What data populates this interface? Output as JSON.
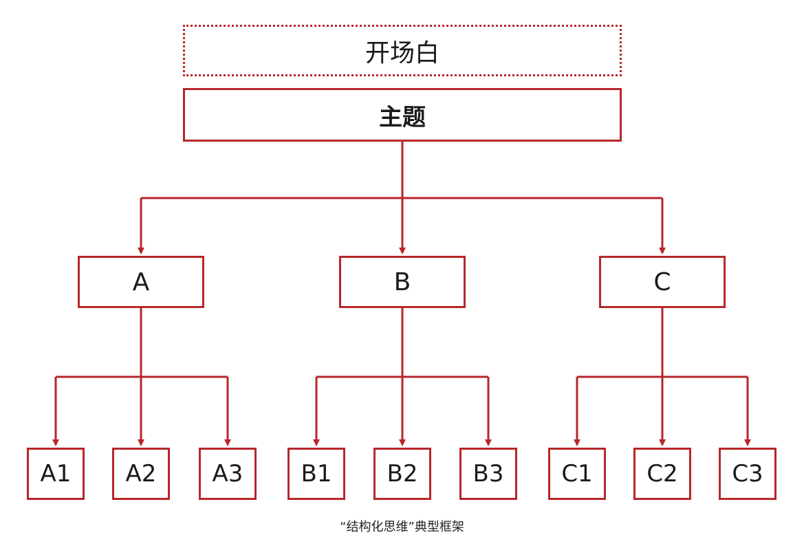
{
  "diagram": {
    "opening": "开场白",
    "topic": "主题",
    "sections": [
      {
        "label": "A",
        "children": [
          "A1",
          "A2",
          "A3"
        ]
      },
      {
        "label": "B",
        "children": [
          "B1",
          "B2",
          "B3"
        ]
      },
      {
        "label": "C",
        "children": [
          "C1",
          "C2",
          "C3"
        ]
      }
    ],
    "caption": "“结构化思维”典型框架"
  },
  "colors": {
    "line": "#b8262a",
    "text": "#1a1a1a"
  }
}
